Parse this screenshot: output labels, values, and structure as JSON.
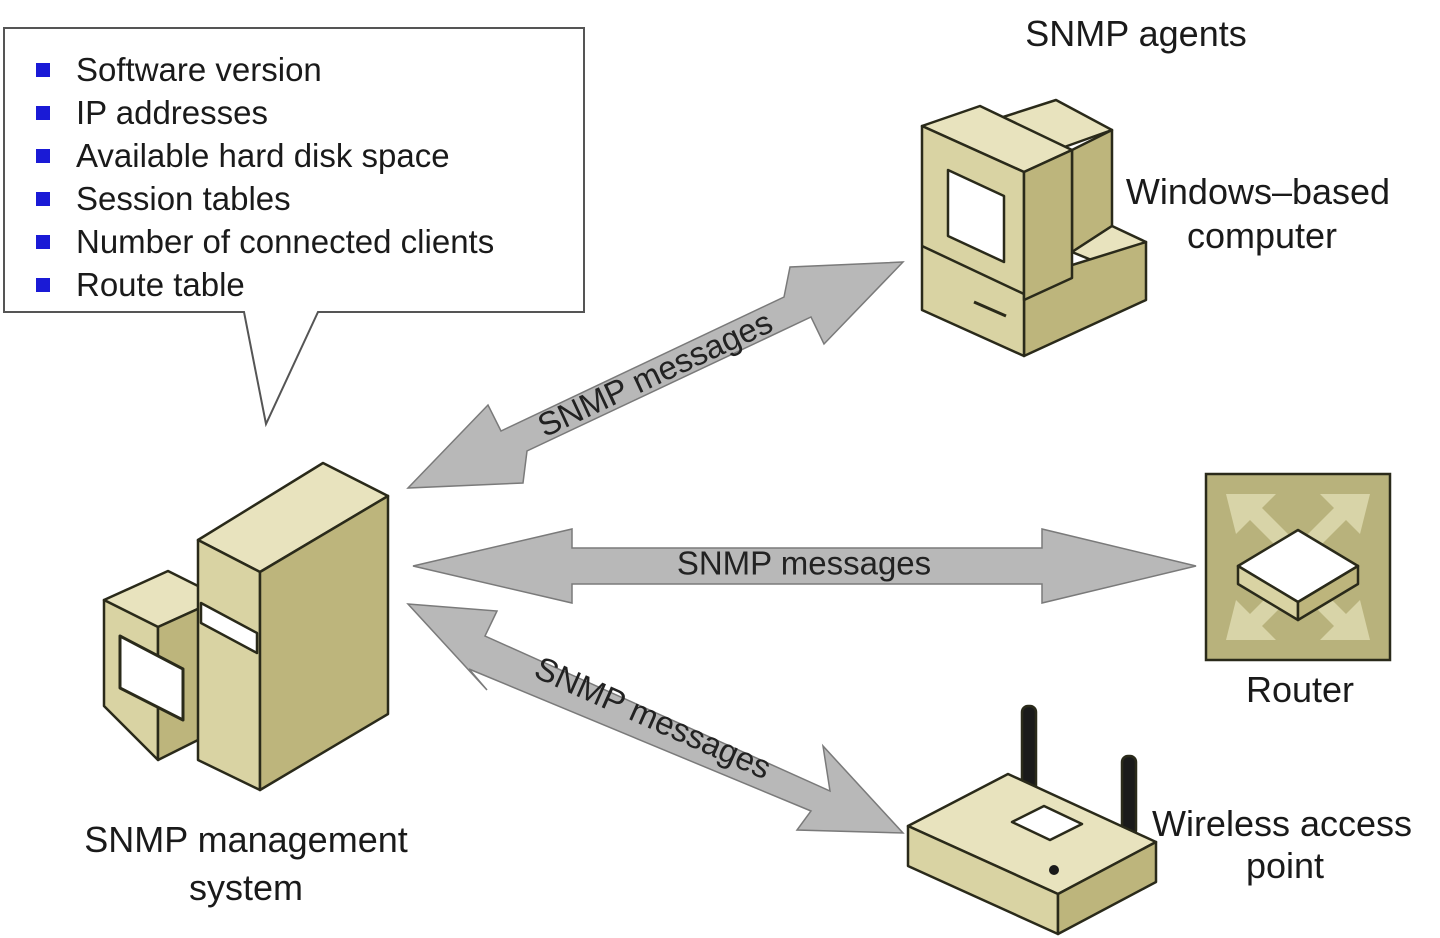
{
  "diagram": {
    "header": "SNMP agents",
    "callout": {
      "items": [
        "Software version",
        "IP addresses",
        "Available hard disk space",
        "Session tables",
        "Number of connected clients",
        "Route table"
      ]
    },
    "manager": {
      "label_line1": "SNMP management",
      "label_line2": "system"
    },
    "agents": {
      "computer": {
        "label_line1": "Windows–based",
        "label_line2": "computer"
      },
      "router": {
        "label": "Router"
      },
      "wap": {
        "label_line1": "Wireless access",
        "label_line2": "point"
      }
    },
    "arrows": {
      "top": "SNMP messages",
      "middle": "SNMP messages",
      "bottom": "SNMP messages"
    }
  },
  "colors": {
    "device_face": "#d9d3a3",
    "device_side": "#bdb57c",
    "device_top": "#e8e3be",
    "outline": "#2a2a1a",
    "arrow_fill": "#b8b8b8",
    "arrow_stroke": "#7a7a7a",
    "bullet": "#1a1ad6",
    "router_bg": "#b8b27c",
    "router_arrow": "#d8d4a8"
  }
}
